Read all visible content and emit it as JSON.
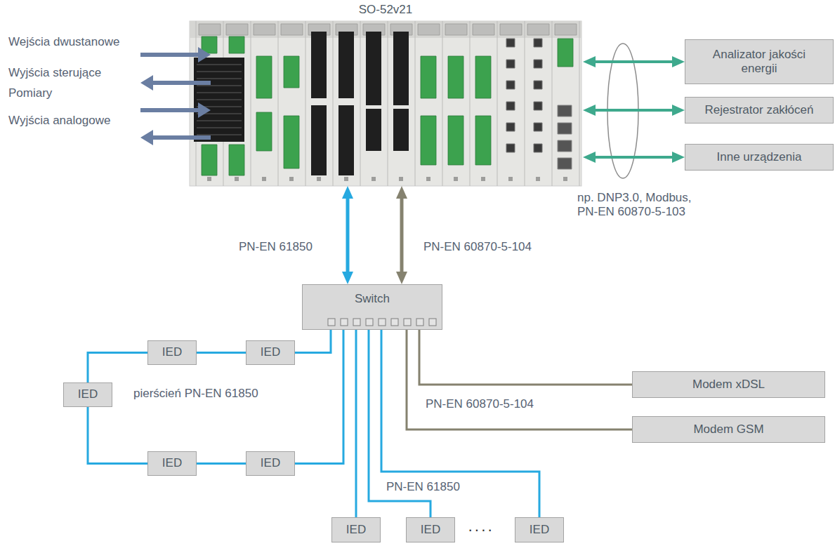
{
  "diagram": {
    "nodes": [
      {
        "text": [
          "SO-52v21"
        ]
      },
      {
        "text": [
          "Analizator jakości energii"
        ]
      },
      {
        "text": [
          "Rejestrator zakłóceń"
        ]
      },
      {
        "text": [
          "Inne urządzenia"
        ]
      },
      {
        "text": [
          "Switch"
        ]
      },
      {
        "text": [
          "IED"
        ]
      },
      {
        "text": [
          "IED"
        ]
      },
      {
        "text": [
          "Modem xDSL"
        ]
      },
      {
        "text": [
          "IED"
        ]
      },
      {
        "text": [
          "Modem GSM"
        ]
      },
      {
        "text": [
          "IED"
        ]
      },
      {
        "text": [
          "IED"
        ]
      },
      {
        "text": [
          "IED"
        ]
      },
      {
        "text": [
          "IED"
        ]
      },
      {
        "text": [
          "IED"
        ]
      }
    ],
    "edges": [
      {
        "from": 0,
        "to": 1,
        "arrow": "both"
      },
      {
        "from": 0,
        "to": 2,
        "arrow": "both"
      },
      {
        "from": 0,
        "to": 3,
        "arrow": "both"
      },
      {
        "from": 0,
        "to": 4,
        "label": "PN-EN 61850",
        "arrow": "both"
      },
      {
        "from": 0,
        "to": 4,
        "label": "PN-EN 60870-5-104",
        "arrow": "both"
      },
      {
        "from": 4,
        "to": 6,
        "arrow": "none"
      },
      {
        "from": 6,
        "to": 5,
        "arrow": "none"
      },
      {
        "from": 5,
        "to": 8,
        "arrow": "none"
      },
      {
        "from": 8,
        "to": 10,
        "arrow": "none"
      },
      {
        "from": 10,
        "to": 11,
        "arrow": "none"
      },
      {
        "from": 11,
        "to": 4,
        "arrow": "none"
      },
      {
        "from": 4,
        "to": 12,
        "arrow": "none"
      },
      {
        "from": 4,
        "to": 13,
        "arrow": "none"
      },
      {
        "from": 4,
        "to": 14,
        "arrow": "none"
      },
      {
        "from": 4,
        "to": 7,
        "arrow": "none"
      },
      {
        "from": 4,
        "to": 9,
        "arrow": "none"
      }
    ],
    "labels": [
      "Wejścia dwustanowe",
      "Wyjścia sterujące",
      "Pomiary",
      "Wyjścia analogowe",
      "np. DNP3.0, Modbus, PN-EN 60870-5-103",
      "pierścień PN-EN 61850",
      "PN-EN 61850",
      "PN-EN 60870-5-104",
      "····"
    ]
  }
}
